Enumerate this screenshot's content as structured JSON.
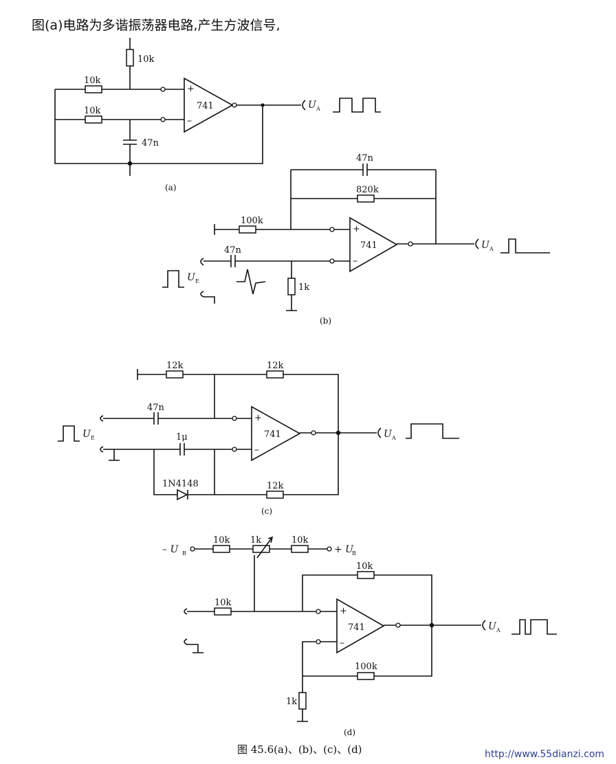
{
  "caption": "图(a)电路为多谐振荡器电路,产生方波信号,",
  "footer": "图 45.6(a)、(b)、(c)、(d)",
  "watermark": "http://www.55dianzi.com",
  "circuit_a": {
    "label": "(a)",
    "r_top": "10k",
    "r_plus": "10k",
    "r_minus": "10k",
    "cap": "47n",
    "opamp": "741",
    "output": "U",
    "output_sub": "A"
  },
  "circuit_b": {
    "label": "(b)",
    "cap_fb": "47n",
    "r_fb": "820k",
    "r_in": "100k",
    "cap_in": "47n",
    "r_gnd": "1k",
    "opamp": "741",
    "input": "U",
    "input_sub": "E",
    "output": "U",
    "output_sub": "A"
  },
  "circuit_c": {
    "label": "(c)",
    "r_top_left": "12k",
    "r_top_right": "12k",
    "cap_plus": "47n",
    "cap_minus": "1μ",
    "diode": "1N4148",
    "r_bottom": "12k",
    "opamp": "741",
    "input": "U",
    "input_sub": "E",
    "output": "U",
    "output_sub": "A"
  },
  "circuit_d": {
    "label": "(d)",
    "neg_supply": "– U",
    "neg_supply_sub": "B",
    "pos_supply": "+ U",
    "pos_supply_sub": "B",
    "r_left": "10k",
    "pot": "1k",
    "r_right": "10k",
    "r_fb": "10k",
    "r_in": "10k",
    "r_fb2": "100k",
    "r_gnd": "1k",
    "opamp": "741",
    "output": "U",
    "output_sub": "A"
  }
}
